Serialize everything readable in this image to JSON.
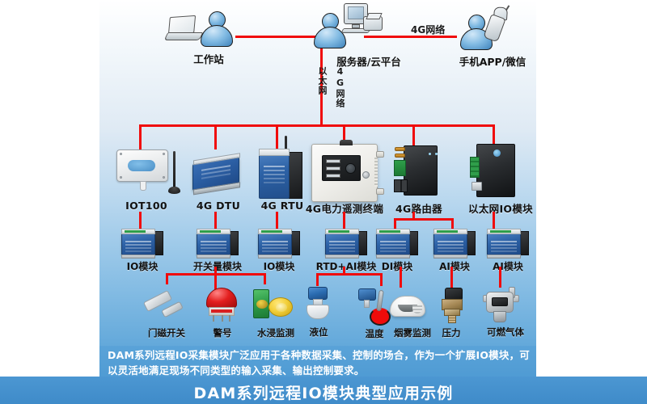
{
  "diagram": {
    "title": "DAM系列远程IO模块典型应用示例",
    "description": "DAM系列远程IO采集模块广泛应用于各种数据采集、控制的场合，作为一个扩展IO模块，可以灵活地满足现场不同类型的输入采集、输出控制要求。",
    "colors": {
      "wire": "#f00b0b",
      "panel_top": "#dfeaf4",
      "panel_mid": "#86bde4",
      "banner": "#4c97d2",
      "device_blue": "#2d62a6",
      "text_dark": "#111111",
      "text_light": "#ffffff"
    }
  },
  "top_tier": {
    "nodes": [
      {
        "id": "workstation",
        "label": "工作站",
        "icon": "laptop-user-icon"
      },
      {
        "id": "server",
        "label": "服务器/云平台",
        "icon": "server-printer-user-icon"
      },
      {
        "id": "mobile",
        "label": "手机APP/微信",
        "icon": "mobile-phone-user-icon"
      }
    ],
    "link_labels": {
      "wan_4g": "4G网络",
      "ethernet_vertical": "以太网",
      "mobile_vertical": "4G网络"
    }
  },
  "device_tier": {
    "items": [
      {
        "id": "iot100",
        "label": "IOT100",
        "icon": "iot-sensor-box-icon"
      },
      {
        "id": "dtu",
        "label": "4G DTU",
        "icon": "dtu-module-icon"
      },
      {
        "id": "rtu",
        "label": "4G RTU",
        "icon": "rtu-module-icon"
      },
      {
        "id": "terminal",
        "label": "4G电力遥测终端",
        "icon": "power-telemetry-cabinet-icon"
      },
      {
        "id": "router",
        "label": "4G路由器",
        "icon": "industrial-router-icon"
      },
      {
        "id": "ethio",
        "label": "以太网IO模块",
        "icon": "ethernet-io-module-icon"
      }
    ]
  },
  "io_tier": {
    "items": [
      {
        "id": "io1",
        "label": "IO模块",
        "icon": "io-module-icon"
      },
      {
        "id": "dio",
        "label": "开关量模块",
        "icon": "io-module-icon"
      },
      {
        "id": "io2",
        "label": "IO模块",
        "icon": "io-module-icon"
      },
      {
        "id": "rtdai",
        "label": "RTD+AI模块",
        "icon": "io-module-icon"
      },
      {
        "id": "di",
        "label": "DI模块",
        "icon": "io-module-icon"
      },
      {
        "id": "ai1",
        "label": "AI模块",
        "icon": "io-module-icon"
      },
      {
        "id": "ai2",
        "label": "AI模块",
        "icon": "io-module-icon"
      }
    ]
  },
  "sensor_tier": {
    "items": [
      {
        "id": "door",
        "label": "门磁开关",
        "icon": "magnetic-door-switch-icon"
      },
      {
        "id": "siren",
        "label": "警号",
        "icon": "alarm-siren-icon"
      },
      {
        "id": "water",
        "label": "水浸监测",
        "icon": "water-leak-detector-icon"
      },
      {
        "id": "level",
        "label": "液位",
        "icon": "level-transmitter-icon"
      },
      {
        "id": "temp",
        "label": "温度",
        "icon": "temperature-probe-icon"
      },
      {
        "id": "smoke",
        "label": "烟雾监测",
        "icon": "smoke-detector-icon"
      },
      {
        "id": "press",
        "label": "压力",
        "icon": "pressure-transmitter-icon"
      },
      {
        "id": "gas",
        "label": "可燃气体",
        "icon": "combustible-gas-detector-icon"
      }
    ]
  }
}
